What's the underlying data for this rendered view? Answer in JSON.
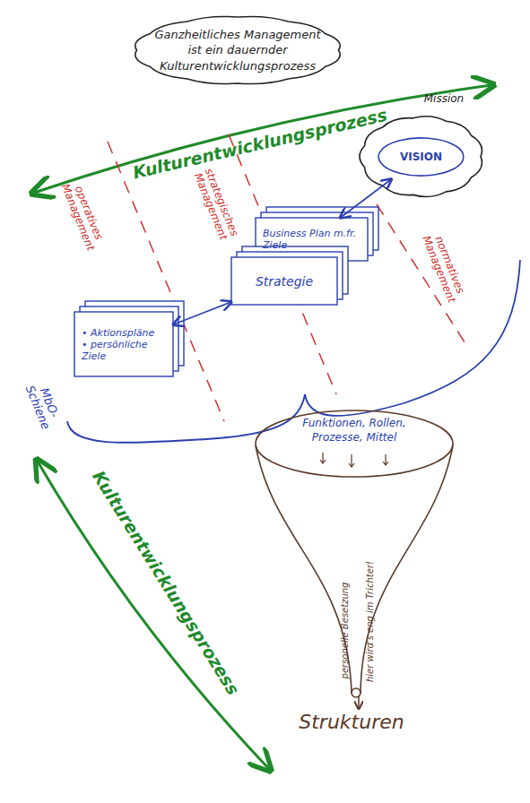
{
  "diagram": {
    "nodes": [
      {
        "text": [
          "Ganzheitliches Management ist ein dauernder Kulturentwicklungsprozess"
        ]
      },
      {
        "text": [
          "Mission"
        ]
      },
      {
        "text": [
          "VISION"
        ],
        "in": 1
      },
      {
        "text": [
          "Business Plan m.fr. Ziele"
        ]
      },
      {
        "text": [
          "Strategie"
        ]
      },
      {
        "text": [
          "• Aktionspläne",
          "• persönliche Ziele"
        ]
      },
      {
        "text": [
          "Funktionen, Rollen, Prozesse, Mittel",
          "personelle Besetzung",
          "hier wird's eng im Trichter!"
        ]
      }
    ],
    "edges": [
      {
        "from": 2,
        "to": 3,
        "arrow": "both"
      },
      {
        "from": 4,
        "to": 5,
        "arrow": "both"
      }
    ],
    "labels": [
      "Kulturentwicklungsprozess",
      "operatives Management",
      "strategisches Management",
      "normatives Management",
      "MbO- Schiene",
      "Strukturen",
      "Kulturentwicklungsprozess"
    ]
  }
}
